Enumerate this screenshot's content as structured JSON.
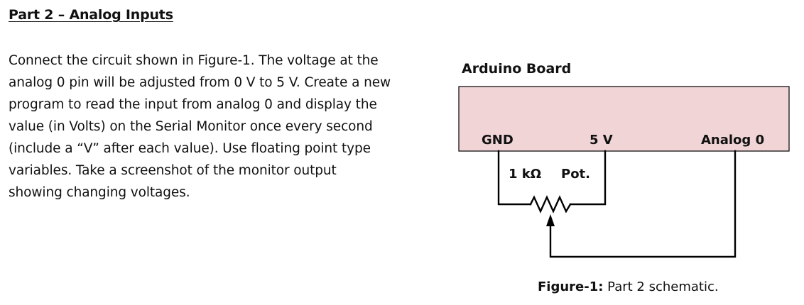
{
  "document": {
    "heading": "Part 2 – Analog Inputs",
    "body_lines": [
      "Connect the circuit shown in Figure-1. The voltage at the",
      "analog 0 pin will be adjusted from 0 V to 5 V. Create a new",
      "program to read the input from analog 0 and display the",
      "value (in Volts) on the Serial Monitor once every second",
      "(include a “V” after each value). Use floating point type",
      "variables. Take a screenshot of the monitor output",
      "showing changing voltages."
    ]
  },
  "schematic": {
    "board_label": "Arduino Board",
    "board_fill_color": "#f0d4d6",
    "pins": {
      "gnd": "GND",
      "five_v": "5 V",
      "analog0": "Analog 0"
    },
    "pot_value_label": "1 kΩ",
    "pot_type_label": "Pot.",
    "resistor_icon": "potentiometer-zigzag-icon",
    "wiper_icon": "wiper-arrow-icon"
  },
  "caption": {
    "label": "Figure-1:",
    "text": " Part 2 schematic."
  }
}
